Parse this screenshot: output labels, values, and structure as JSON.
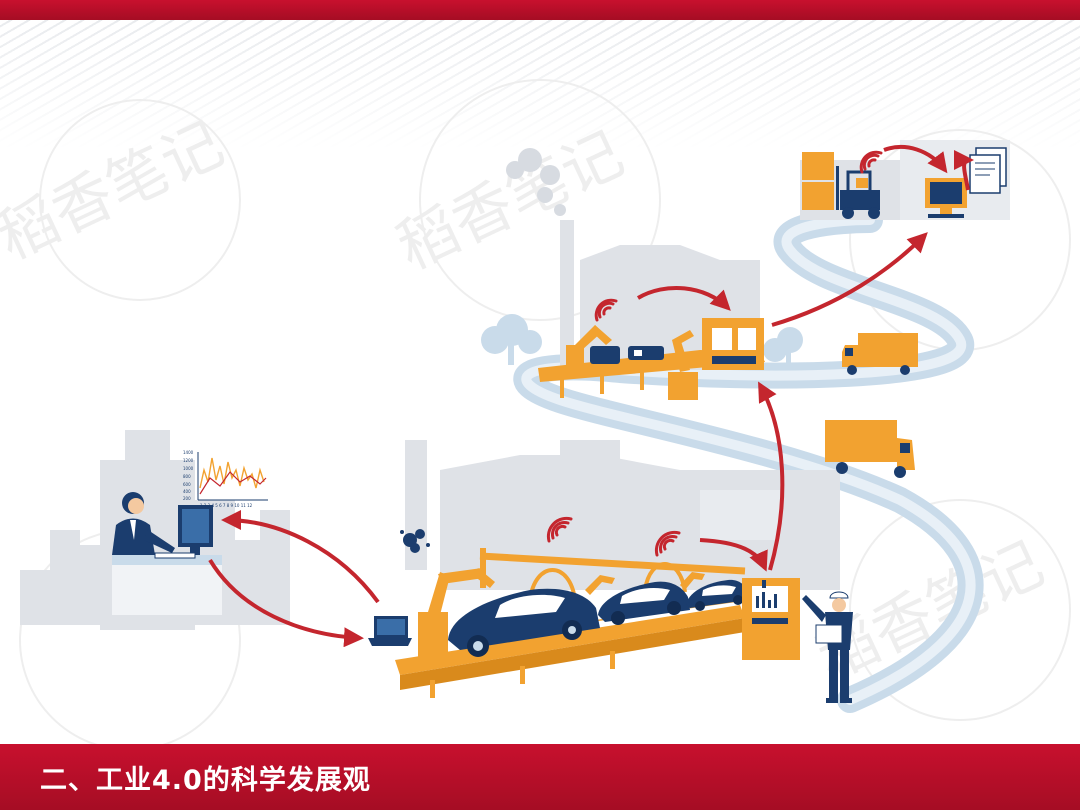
{
  "slide": {
    "title": "二、工业4.0的科学发展观",
    "watermark": "稻香笔记"
  },
  "mini_chart": {
    "y_ticks": [
      "1400",
      "1200",
      "1000",
      "800",
      "600",
      "400",
      "200"
    ],
    "x_ticks": "1 2 3 4 5 6 7 8 9 10 11 12"
  },
  "colors": {
    "bar_red": "#c8102e",
    "arrow_red": "#c4262e",
    "machine_orange": "#f2a230",
    "car_navy": "#1b3d6e",
    "road_blue": "#c9dbea",
    "building_gray": "#dfe2e7"
  }
}
